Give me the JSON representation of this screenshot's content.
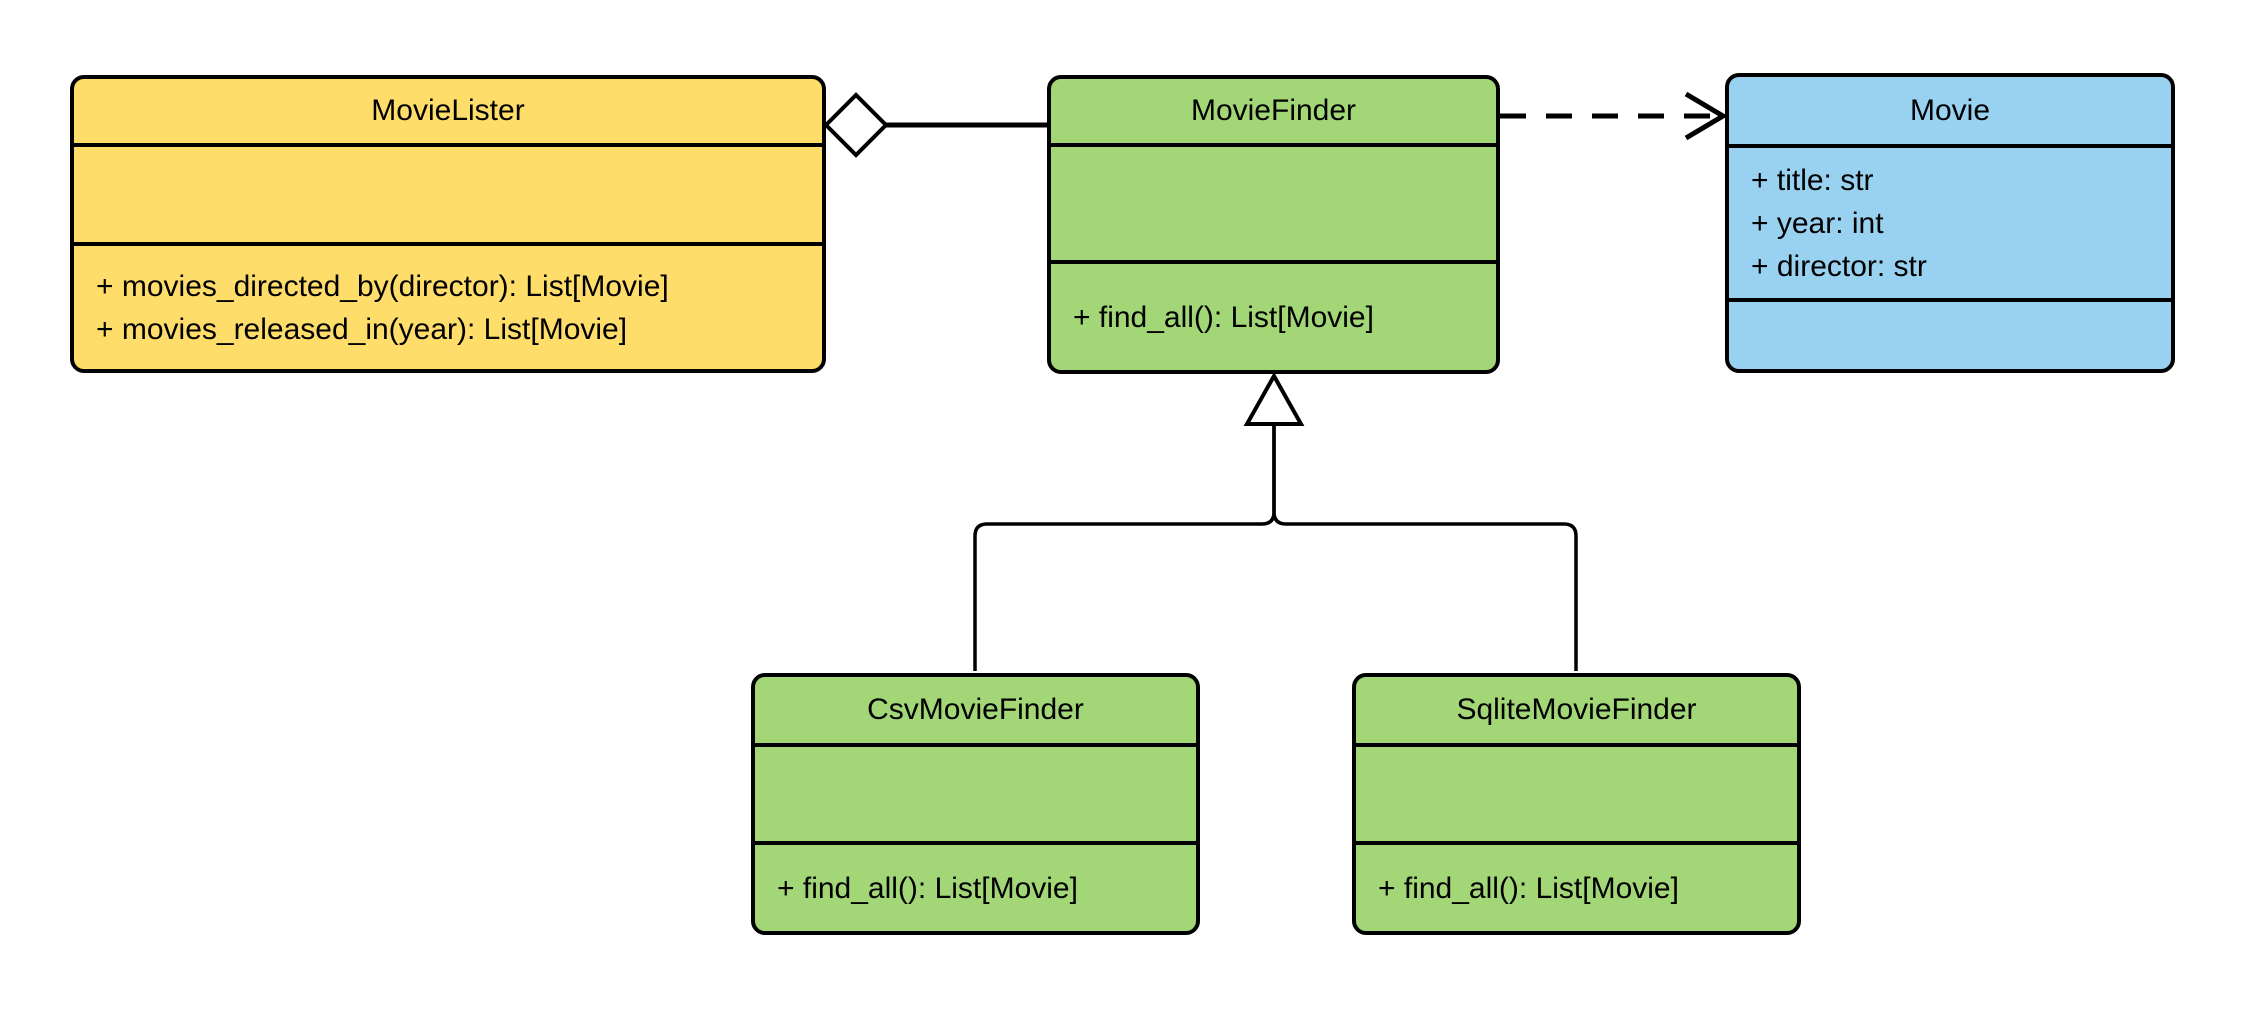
{
  "diagram": {
    "kind": "uml-class-diagram",
    "background": "#ffffff",
    "stroke_color": "#000000",
    "text_color": "#000000",
    "classes": [
      {
        "name": "MovieLister",
        "fill": "#FFDD6B",
        "attributes": [],
        "methods": [
          "+ movies_directed_by(director): List[Movie]",
          "+ movies_released_in(year): List[Movie]"
        ]
      },
      {
        "name": "MovieFinder",
        "fill": "#A2D677",
        "attributes": [],
        "methods": [
          "+ find_all(): List[Movie]"
        ]
      },
      {
        "name": "Movie",
        "fill": "#99D1F0",
        "attributes": [
          "+ title: str",
          "+ year: int",
          "+ director: str"
        ],
        "methods": []
      },
      {
        "name": "CsvMovieFinder",
        "fill": "#A2D677",
        "attributes": [],
        "methods": [
          "+ find_all(): List[Movie]"
        ]
      },
      {
        "name": "SqliteMovieFinder",
        "fill": "#A2D677",
        "attributes": [],
        "methods": [
          "+ find_all(): List[Movie]"
        ]
      }
    ],
    "relationships": [
      {
        "type": "aggregation",
        "from": "MovieLister",
        "to": "MovieFinder"
      },
      {
        "type": "dependency",
        "from": "MovieFinder",
        "to": "Movie"
      },
      {
        "type": "generalization",
        "from": "CsvMovieFinder",
        "to": "MovieFinder"
      },
      {
        "type": "generalization",
        "from": "SqliteMovieFinder",
        "to": "MovieFinder"
      }
    ]
  }
}
